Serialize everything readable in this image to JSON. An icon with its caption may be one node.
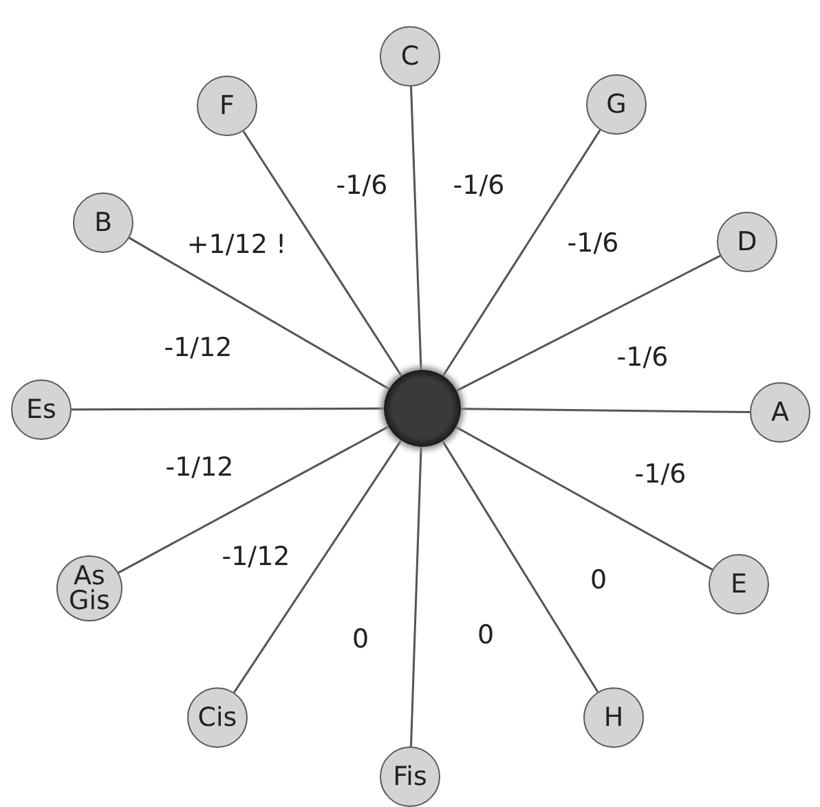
{
  "diagram": {
    "nodes": [
      {
        "text": [],
        "shape": "circle"
      },
      {
        "text": [
          "C"
        ]
      },
      {
        "text": [
          "G"
        ]
      },
      {
        "text": [
          "D"
        ]
      },
      {
        "text": [
          "A"
        ]
      },
      {
        "text": [
          "E"
        ]
      },
      {
        "text": [
          "H"
        ]
      },
      {
        "text": [
          "Fis"
        ]
      },
      {
        "text": [
          "Cis"
        ]
      },
      {
        "text": [
          "As Gis"
        ]
      },
      {
        "text": [
          "Es"
        ]
      },
      {
        "text": [
          "B"
        ]
      },
      {
        "text": [
          "F"
        ]
      }
    ],
    "edges": [
      {
        "from": 0,
        "to": 1,
        "arrow": "none"
      },
      {
        "from": 0,
        "to": 2,
        "arrow": "none"
      },
      {
        "from": 0,
        "to": 3,
        "arrow": "none"
      },
      {
        "from": 0,
        "to": 4,
        "arrow": "none"
      },
      {
        "from": 0,
        "to": 5,
        "arrow": "none"
      },
      {
        "from": 0,
        "to": 6,
        "arrow": "none"
      },
      {
        "from": 0,
        "to": 7,
        "arrow": "none"
      },
      {
        "from": 0,
        "to": 8,
        "arrow": "none"
      },
      {
        "from": 0,
        "to": 9,
        "arrow": "none"
      },
      {
        "from": 0,
        "to": 10,
        "arrow": "none"
      },
      {
        "from": 0,
        "to": 11,
        "arrow": "none"
      },
      {
        "from": 0,
        "to": 12,
        "arrow": "none"
      }
    ],
    "labels": [
      "-1/6",
      "-1/6",
      "+1/12 !",
      "-1/6",
      "-1/12",
      "-1/6",
      "-1/12",
      "-1/6",
      "-1/12",
      "0",
      "0",
      "0"
    ]
  }
}
